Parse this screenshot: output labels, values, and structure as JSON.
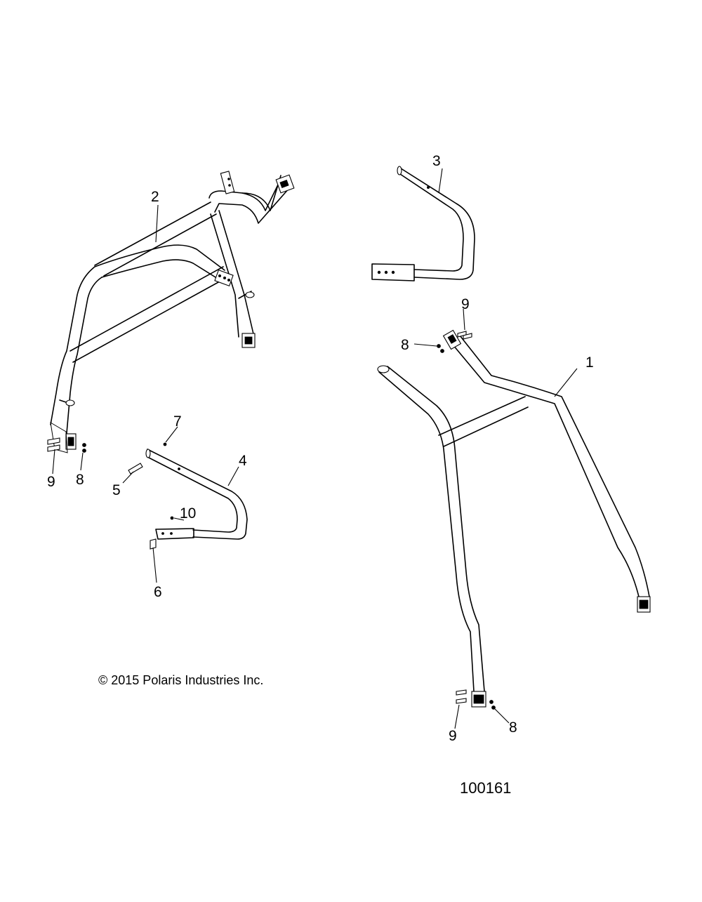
{
  "copyright": "© 2015 Polaris Industries Inc.",
  "figure_number": "100161",
  "callouts": {
    "c1": "1",
    "c2": "2",
    "c3": "3",
    "c4": "4",
    "c5": "5",
    "c6": "6",
    "c7": "7",
    "c8a": "8",
    "c8b": "8",
    "c8c": "8",
    "c9a": "9",
    "c9b": "9",
    "c9c": "9",
    "c10": "10"
  }
}
